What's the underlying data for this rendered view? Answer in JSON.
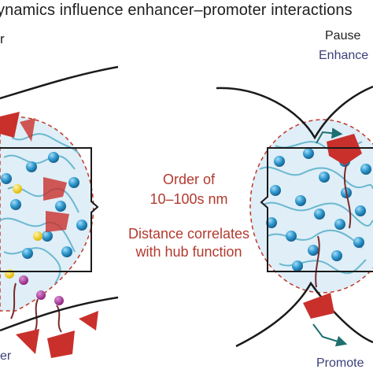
{
  "title": "ynamics influence enhancer–promoter interactions",
  "left_panel": {
    "top_label": "r",
    "bottom_label": "er"
  },
  "right_panel": {
    "state_label": "Pause",
    "enhancer_label": "Enhance",
    "promoter_label": "Promote"
  },
  "annotation": {
    "line1": "Order of",
    "line2": "10–100s nm",
    "line3": "Distance correlates",
    "line4": "with hub function"
  },
  "colors": {
    "annotation": "#b23a2e",
    "hub_fill": "#dfeef7",
    "sphere": "#2f9ad0",
    "polymer": "#6bb8cf",
    "factor": "#c9302c",
    "chromatin": "#1a1a1a",
    "label": "#3a3f78"
  }
}
